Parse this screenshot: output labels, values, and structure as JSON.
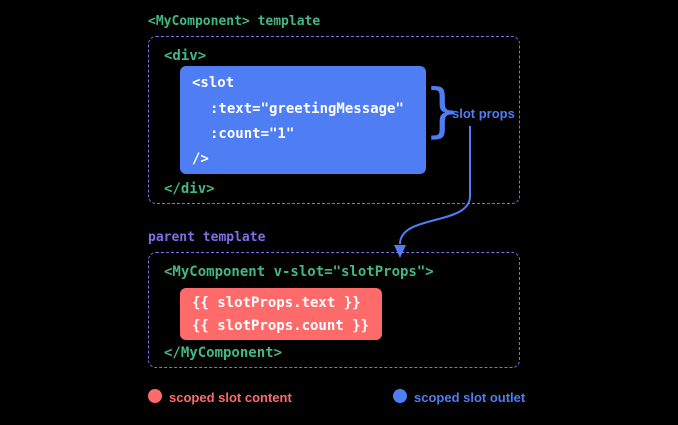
{
  "colors": {
    "background": "#000000",
    "code_green": "#42b883",
    "slot_blue": "#4f7df3",
    "content_red": "#ff6b6b",
    "template_purple": "#7d6fe8",
    "code_white": "#ffffff"
  },
  "component_template": {
    "title": "<MyComponent> template",
    "div_open": "<div>",
    "slot_lines": [
      "<slot",
      ":text=\"greetingMessage\"",
      ":count=\"1\"",
      "/>"
    ],
    "div_close": "</div>",
    "brace": "}",
    "slot_props_label": "slot props"
  },
  "parent_template": {
    "title": "parent template",
    "component_open": "<MyComponent v-slot=\"slotProps\">",
    "content_lines": [
      "{{ slotProps.text }}",
      "{{ slotProps.count }}"
    ],
    "component_close": "</MyComponent>"
  },
  "legend": {
    "content_label": "scoped slot content",
    "outlet_label": "scoped slot outlet"
  }
}
